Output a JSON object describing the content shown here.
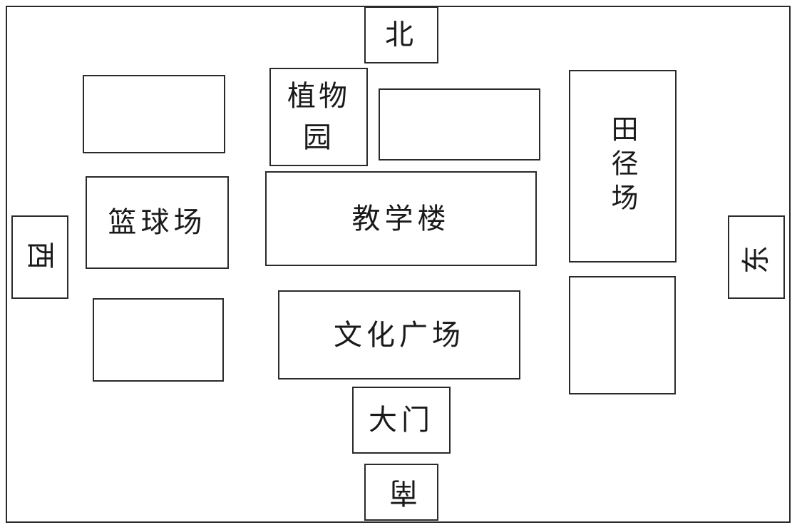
{
  "map": {
    "directions": {
      "north": "北",
      "south": "南",
      "east": "东",
      "west": "西"
    },
    "places": {
      "botanical_garden": "植物园",
      "basketball_court": "篮球场",
      "teaching_building": "教学楼",
      "track_field": "田径场",
      "culture_square": "文化广场",
      "main_gate": "大门"
    },
    "blank_boxes": [
      "",
      "",
      "",
      ""
    ]
  }
}
